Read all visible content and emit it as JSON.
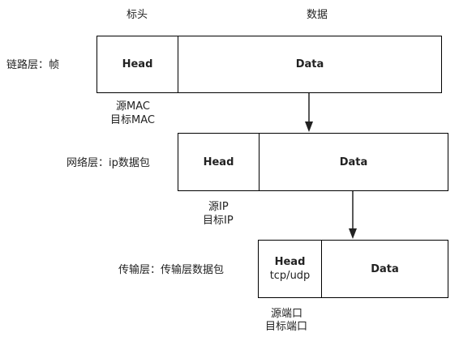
{
  "headers": {
    "head_col": "标头",
    "data_col": "数据"
  },
  "layers": [
    {
      "label": "链路层：帧",
      "head": "Head",
      "head_sub": "",
      "data": "Data",
      "addresses": [
        "源MAC",
        "目标MAC"
      ]
    },
    {
      "label": "网络层：ip数据包",
      "head": "Head",
      "head_sub": "",
      "data": "Data",
      "addresses": [
        "源IP",
        "目标IP"
      ]
    },
    {
      "label": "传输层：传输层数据包",
      "head": "Head",
      "head_sub": "tcp/udp",
      "data": "Data",
      "addresses": [
        "源端口",
        "目标端口"
      ]
    }
  ]
}
